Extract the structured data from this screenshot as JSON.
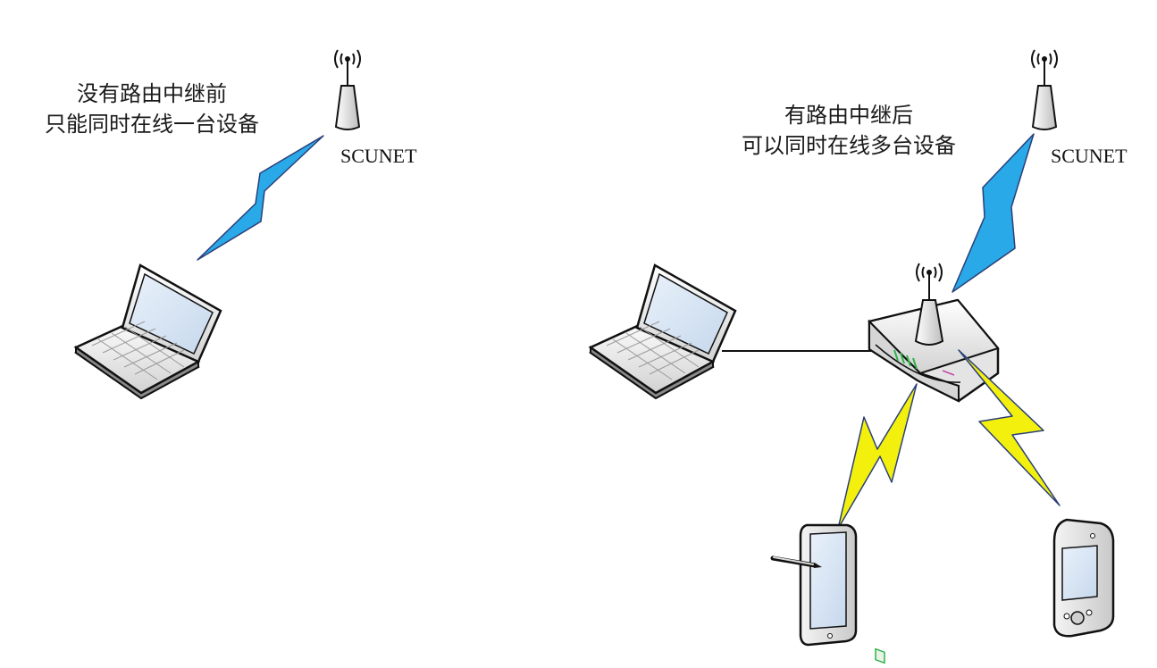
{
  "left_scene": {
    "caption_line1": "没有路由中继前",
    "caption_line2": "只能同时在线一台设备",
    "ap_label": "SCUNET"
  },
  "right_scene": {
    "caption_line1": "有路由中继后",
    "caption_line2": "可以同时在线多台设备",
    "ap_label": "SCUNET"
  },
  "colors": {
    "uplink_bolt": "#29a9e8",
    "device_bolt": "#f3f00e",
    "bolt_edge": "#2a3f78",
    "outline": "#111111",
    "screen": "#dde9f6",
    "led_green": "#2db34a"
  },
  "icons": [
    "antenna-icon",
    "laptop-icon",
    "router-icon",
    "tablet-icon",
    "pda-icon",
    "lightning-icon"
  ]
}
